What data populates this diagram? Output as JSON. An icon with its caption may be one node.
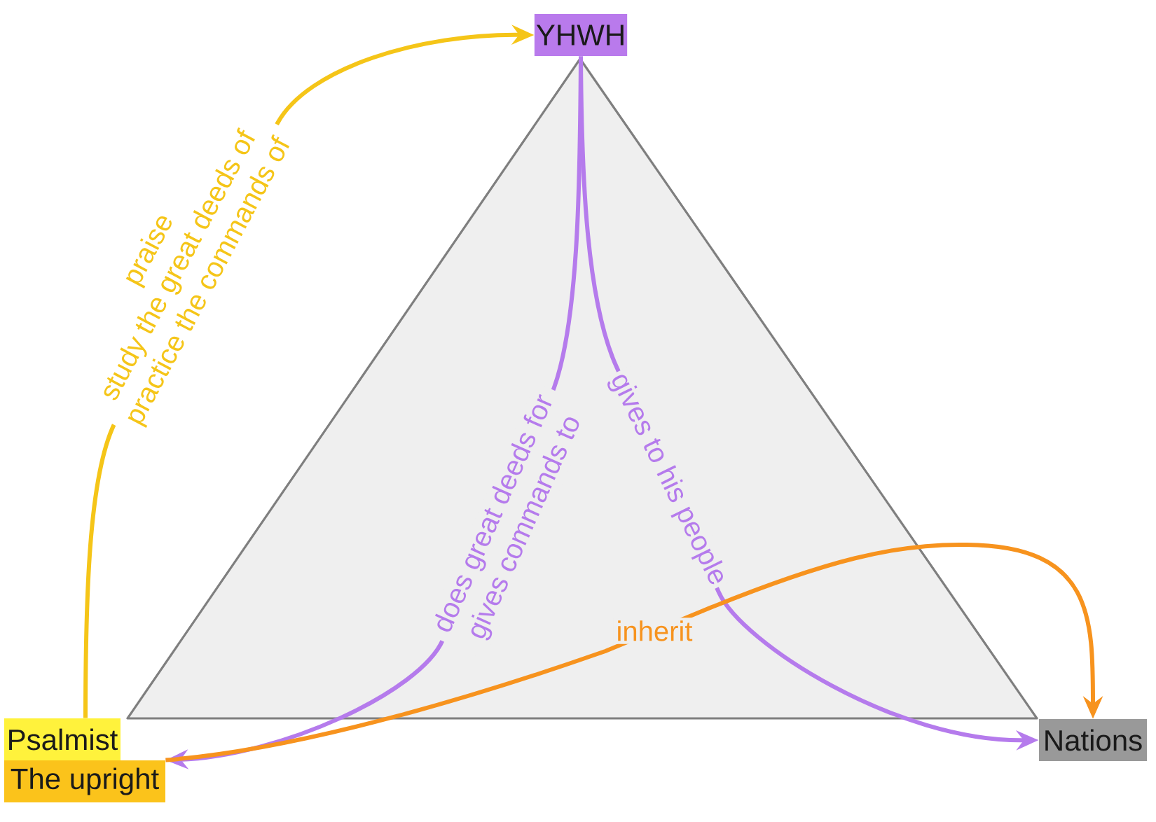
{
  "diagram": {
    "nodes": [
      {
        "text": [
          "YHWH"
        ]
      },
      {
        "text": [
          "Psalmist"
        ]
      },
      {
        "text": [
          "The upright"
        ]
      },
      {
        "text": [
          "Nations"
        ]
      }
    ],
    "edges": [
      {
        "from": 1,
        "to": 0,
        "arrow": "to",
        "label": "praise study the great deeds of practice the commands of",
        "color": "#f5c518"
      },
      {
        "from": 0,
        "to": 2,
        "arrow": "to",
        "label": "does great deeds for gives commands to"
      },
      {
        "from": 0,
        "to": 3,
        "arrow": "to",
        "label": "gives to his people"
      },
      {
        "from": 2,
        "to": 3,
        "arrow": "to",
        "label": "inherit",
        "color": "#f7931e"
      }
    ]
  }
}
